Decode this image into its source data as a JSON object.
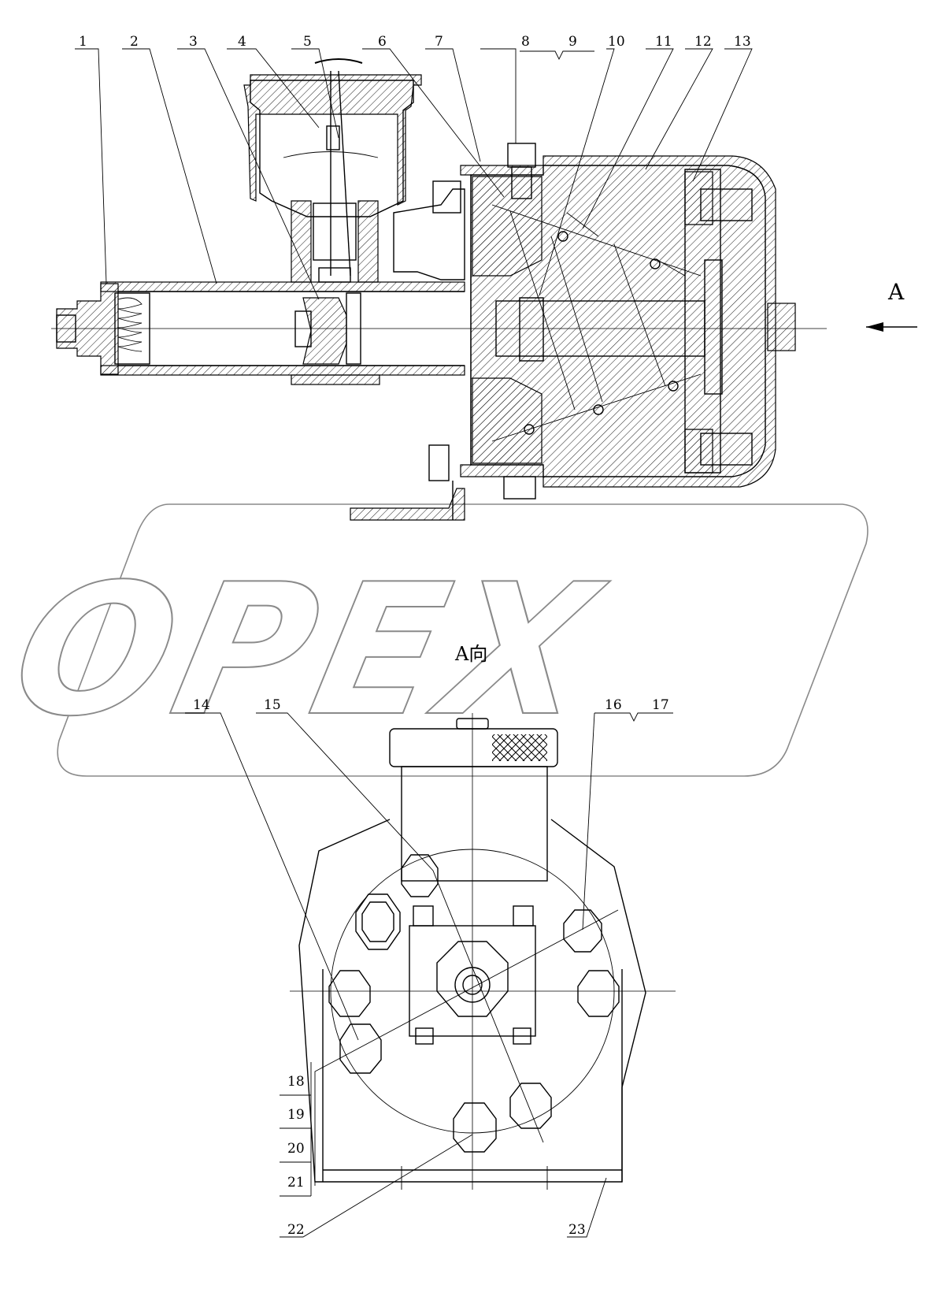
{
  "labels": {
    "callouts": [
      "1",
      "2",
      "3",
      "4",
      "5",
      "6",
      "7",
      "8",
      "9",
      "10",
      "11",
      "12",
      "13",
      "14",
      "15",
      "16",
      "17",
      "18",
      "19",
      "20",
      "21",
      "22",
      "23"
    ],
    "view_arrow": "A",
    "view_title": "A向"
  },
  "watermark": {
    "text": "OPEX"
  }
}
